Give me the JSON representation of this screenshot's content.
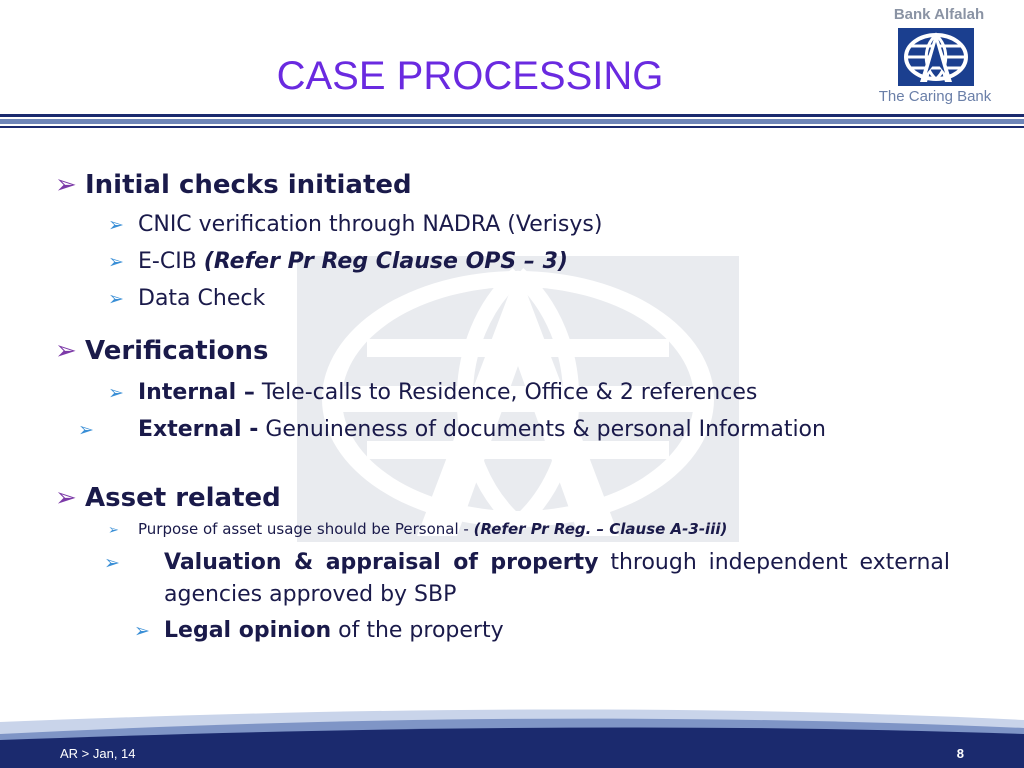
{
  "brand": {
    "name": "Bank Alfalah",
    "tagline": "The Caring Bank",
    "colors": {
      "title": "#6a2ae0",
      "navy": "#1b2a6e",
      "accent": "#3a8fd6"
    }
  },
  "title": "CASE PROCESSING",
  "sections": [
    {
      "heading": "Initial checks initiated",
      "items": [
        {
          "text": "CNIC verification through NADRA (Verisys)"
        },
        {
          "text": "E-CIB ",
          "italic_bold": "(Refer Pr Reg Clause OPS – 3)"
        },
        {
          "text": "Data Check"
        }
      ]
    },
    {
      "heading": "Verifications",
      "items": [
        {
          "bold": "Internal –",
          "text": " Tele-calls to Residence, Office & 2 references"
        },
        {
          "bold": "External -",
          "text": " Genuineness of documents & personal Information"
        }
      ]
    },
    {
      "heading": "Asset related",
      "small_item": {
        "text": "Purpose of asset usage should be Personal - ",
        "italic_bold": "(Refer Pr Reg. – Clause A-3-iii)"
      },
      "items": [
        {
          "bold": "Valuation & appraisal of property",
          "text": " through independent external agencies approved by SBP"
        },
        {
          "bold": "Legal opinion",
          "text": " of the property"
        }
      ]
    }
  ],
  "footer": {
    "left": "AR > Jan, 14",
    "page": "8"
  }
}
